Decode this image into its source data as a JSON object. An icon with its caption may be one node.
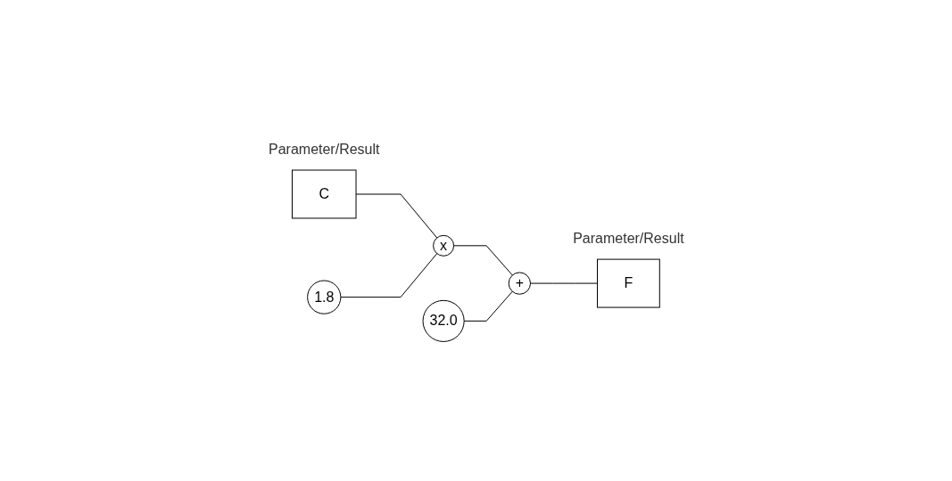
{
  "diagram": {
    "nodes": [
      {
        "text": [
          "C"
        ],
        "beside": [
          "Parameter/Result"
        ]
      },
      {
        "text": [
          "x"
        ]
      },
      {
        "text": [
          "1.8"
        ]
      },
      {
        "text": [
          "+"
        ]
      },
      {
        "text": [
          "32.0"
        ]
      },
      {
        "text": [
          "F"
        ],
        "beside": [
          "Parameter/Result"
        ]
      }
    ],
    "edges": [
      {
        "from": 0,
        "to": 1,
        "arrow": "none"
      },
      {
        "from": 2,
        "to": 1,
        "arrow": "none"
      },
      {
        "from": 1,
        "to": 3,
        "arrow": "none"
      },
      {
        "from": 4,
        "to": 3,
        "arrow": "none"
      },
      {
        "from": 3,
        "to": 5,
        "arrow": "none"
      }
    ]
  }
}
